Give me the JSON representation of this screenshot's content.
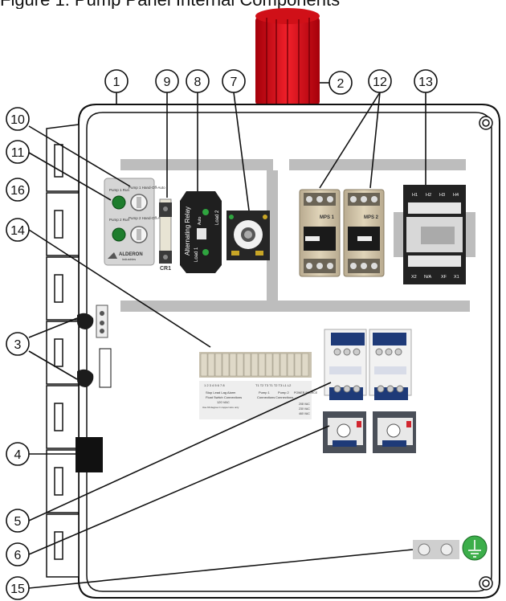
{
  "caption_top": "Figure 1: Pump Panel Internal Components",
  "callouts": [
    "1",
    "2",
    "3",
    "4",
    "5",
    "6",
    "7",
    "8",
    "9",
    "10",
    "11",
    "12",
    "13",
    "14",
    "15",
    "16"
  ],
  "pilot_panel": {
    "pump1_run": "Pump 1 Run",
    "pump1_hoa": "Pump 1 Hand-Off-Auto",
    "pump2_run": "Pump 2 Run",
    "pump2_hoa": "Pump 2 Hand-Off-Auto",
    "brand": "ALDERON",
    "brand_sub": "industries"
  },
  "relay": {
    "title": "Alternating Relay",
    "load2": "Load 2",
    "load1": "Load 1",
    "auto": "Auto"
  },
  "cr1_label": "CR1",
  "mps1": "MPS 1",
  "mps2": "MPS 2",
  "transformer": {
    "top_terms": [
      "H1",
      "H2",
      "H3",
      "H4"
    ],
    "bottom_terms": [
      "X2",
      "N/A",
      "XF",
      "X1"
    ]
  },
  "terminal_strip": {
    "nums_a": "1  2  3  4  5  6  7  8",
    "nums_b": "T1  T2  T3   T1  T2  T3   L1  L2",
    "group1": "Stop  Lead  Lag  Alarm",
    "group1b": "Float Switch Connections",
    "group1c": "120 VAC",
    "group1d": "Use 60 degree C copper wire only",
    "group2": "Pump 1",
    "group2b": "Connections",
    "group3": "Pump 2",
    "group3b": "Connections",
    "group4": "POWER SOURCE",
    "v208": "208 VAC",
    "v230": "230 VAC",
    "v460": "460 VAC"
  }
}
